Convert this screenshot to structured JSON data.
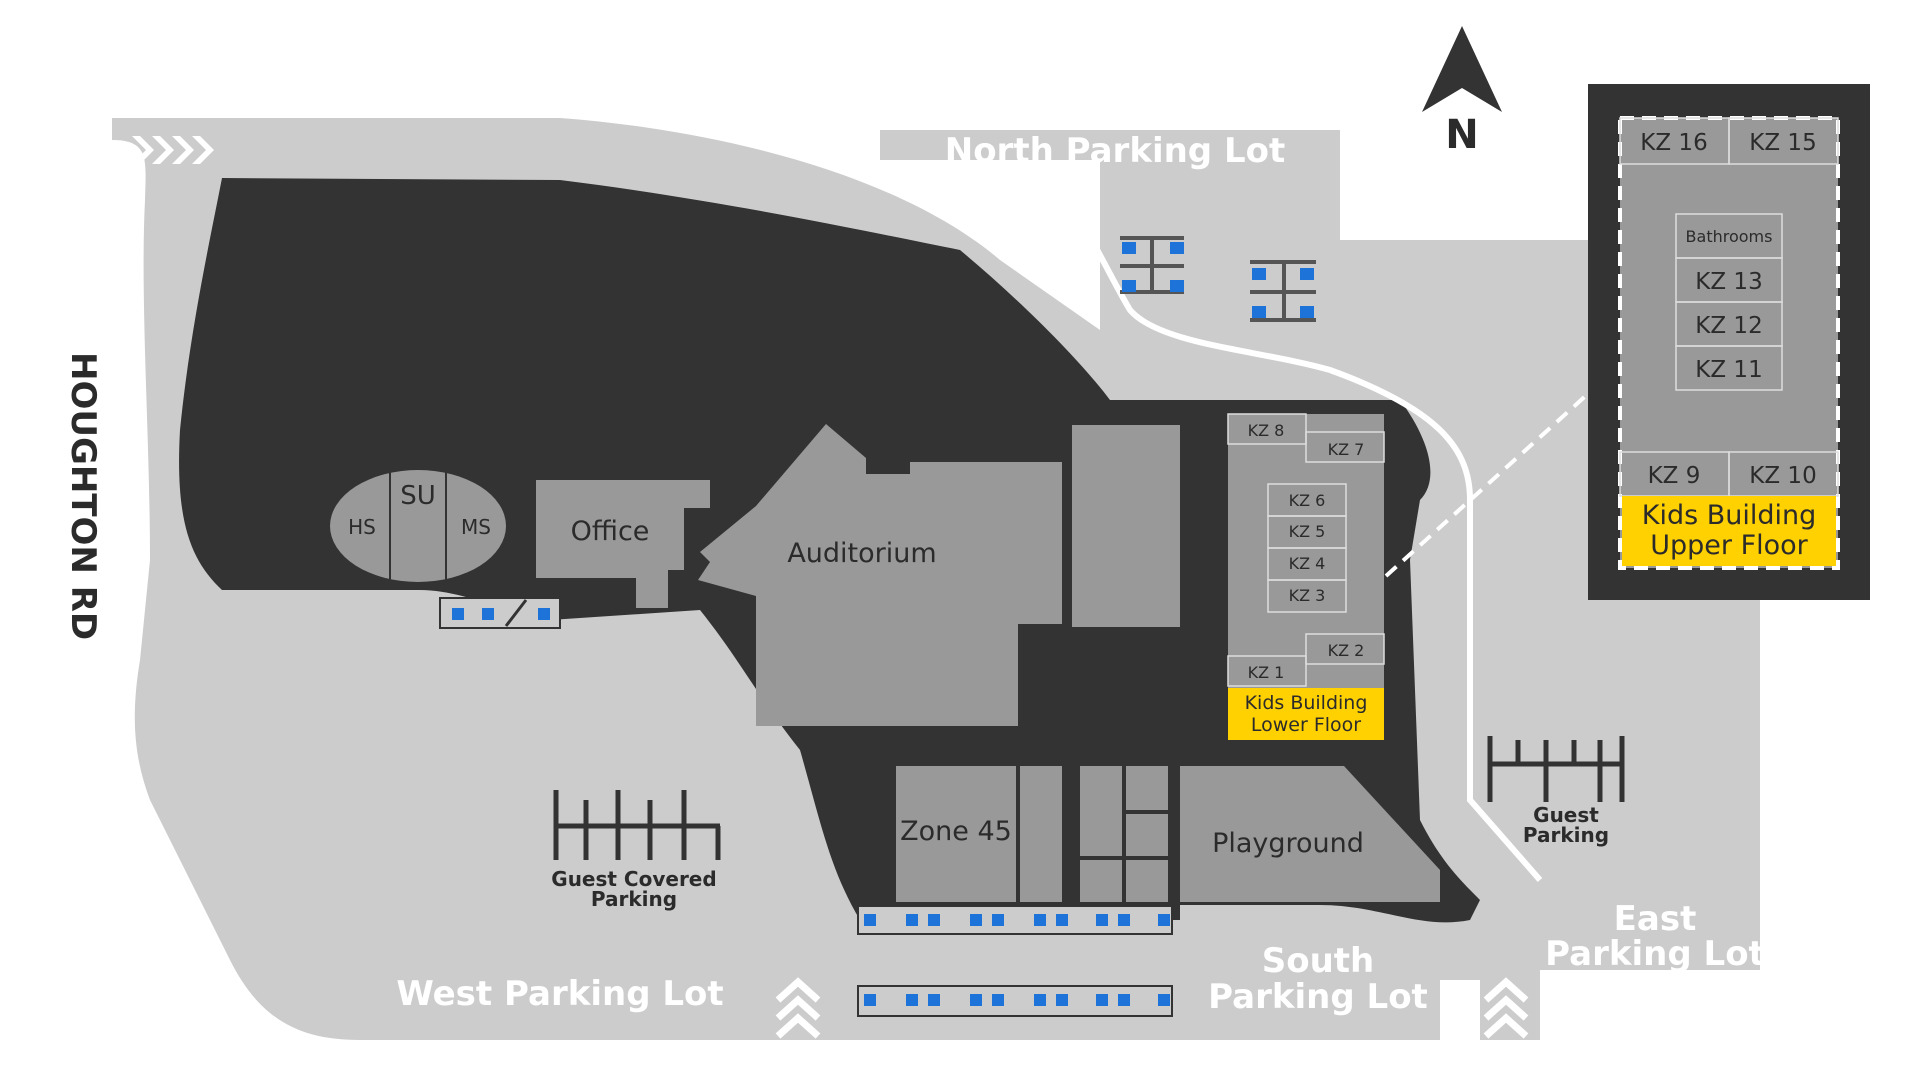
{
  "map": {
    "compass_label": "N",
    "road_label": "HOUGHTON RD",
    "lots": {
      "north": "North Parking Lot",
      "west": "West Parking Lot",
      "south_line1": "South",
      "south_line2": "Parking Lot",
      "east_line1": "East",
      "east_line2": "Parking Lot"
    },
    "parking": {
      "guest_covered_line1": "Guest Covered",
      "guest_covered_line2": "Parking",
      "guest_line1": "Guest",
      "guest_line2": "Parking"
    },
    "buildings": {
      "su": "SU",
      "hs": "HS",
      "ms": "MS",
      "office": "Office",
      "auditorium": "Auditorium",
      "zone45": "Zone 45",
      "playground": "Playground"
    },
    "kids_lower": {
      "label_line1": "Kids Building",
      "label_line2": "Lower Floor",
      "rooms": [
        "KZ 8",
        "KZ 7",
        "KZ 6",
        "KZ 5",
        "KZ 4",
        "KZ 3",
        "KZ 2",
        "KZ 1"
      ]
    },
    "kids_upper": {
      "label_line1": "Kids Building",
      "label_line2": "Upper Floor",
      "rooms": [
        "KZ 16",
        "KZ 15",
        "Bathrooms",
        "KZ 13",
        "KZ 12",
        "KZ 11",
        "KZ 9",
        "KZ 10"
      ]
    },
    "colors": {
      "road": "#cccccc",
      "campus": "#333333",
      "building": "#999999",
      "highlight": "#ffd100",
      "accessible": "#1e73d8"
    }
  }
}
